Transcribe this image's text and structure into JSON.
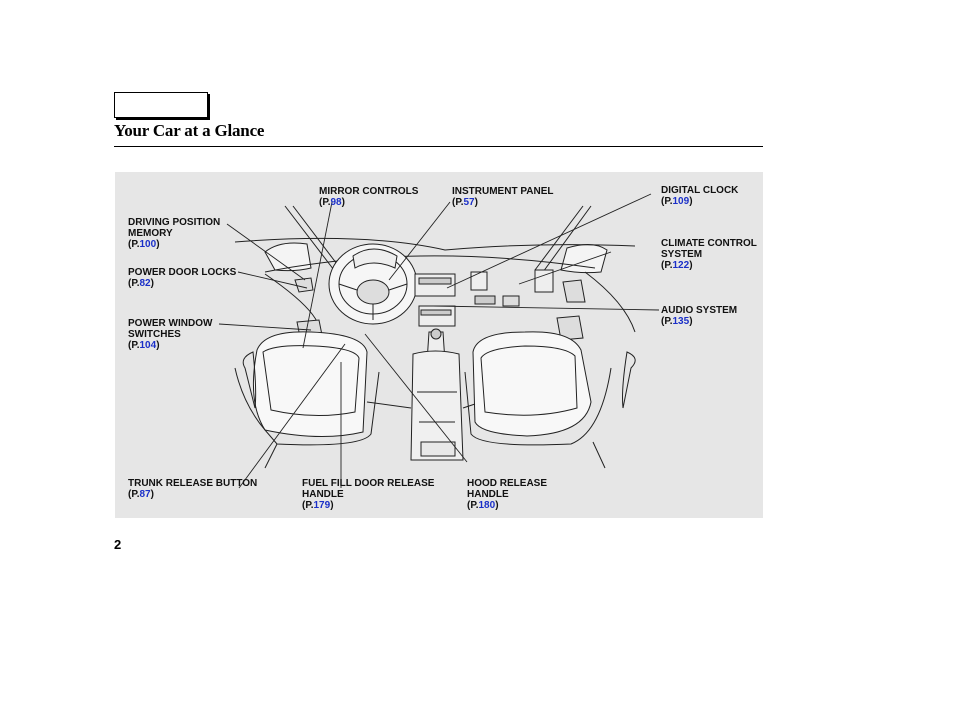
{
  "page": {
    "title": "Your Car at a Glance",
    "number": "2"
  },
  "callouts": [
    {
      "id": "mirror-controls",
      "lines": [
        "MIRROR CONTROLS"
      ],
      "page": "98"
    },
    {
      "id": "instrument-panel",
      "lines": [
        "INSTRUMENT PANEL"
      ],
      "page": "57"
    },
    {
      "id": "digital-clock",
      "lines": [
        "DIGITAL CLOCK"
      ],
      "page": "109"
    },
    {
      "id": "driving-position",
      "lines": [
        "DRIVING POSITION",
        "MEMORY"
      ],
      "page": "100"
    },
    {
      "id": "climate-control",
      "lines": [
        "CLIMATE CONTROL",
        "SYSTEM"
      ],
      "page": "122"
    },
    {
      "id": "power-door-locks",
      "lines": [
        "POWER DOOR LOCKS"
      ],
      "page": "82"
    },
    {
      "id": "audio-system",
      "lines": [
        "AUDIO SYSTEM"
      ],
      "page": "135"
    },
    {
      "id": "power-window",
      "lines": [
        "POWER WINDOW",
        "SWITCHES"
      ],
      "page": "104"
    },
    {
      "id": "trunk-release",
      "lines": [
        "TRUNK RELEASE BUTTON"
      ],
      "page": "87"
    },
    {
      "id": "fuel-fill",
      "lines": [
        "FUEL FILL DOOR RELEASE",
        "HANDLE"
      ],
      "page": "179"
    },
    {
      "id": "hood-release",
      "lines": [
        "HOOD RELEASE",
        "HANDLE"
      ],
      "page": "180"
    }
  ],
  "ref_prefix": "(P.",
  "ref_suffix": ")"
}
